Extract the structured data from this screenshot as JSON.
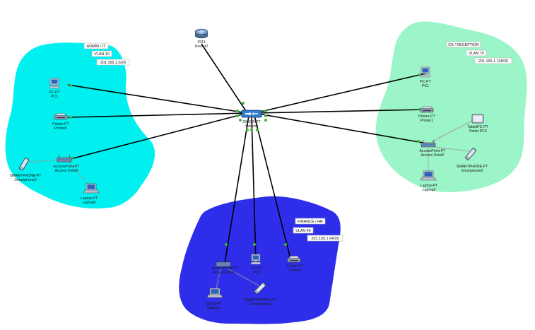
{
  "colors": {
    "admin_area": "#00f0f0",
    "cs_area": "#9cf5c8",
    "finance_area": "#2e2eea",
    "link": "#000000",
    "link_up": "#3fb53f"
  },
  "areas": {
    "admin": {
      "title": "ADMIN / IT",
      "vlan": "VLAN 10",
      "subnet": "201.165.1.0/26"
    },
    "cs": {
      "title": "CS / RECEPTION",
      "vlan": "VLAN 70",
      "subnet": "201.165.1.128/26"
    },
    "finance": {
      "title": "FINANCE / HR",
      "vlan": "VLAN 40",
      "subnet": "201.165.1.64/26"
    }
  },
  "devices": {
    "router": {
      "model": "2911",
      "name": "Router2",
      "icon": "router-icon"
    },
    "switch": {
      "model": "2960-24TT",
      "name": "Switch0",
      "icon": "switch-icon"
    },
    "admin_pc": {
      "model": "PC-PT",
      "name": "PC1",
      "icon": "pc-icon"
    },
    "admin_printer": {
      "model": "Printer-PT",
      "name": "Printer0",
      "icon": "printer-icon"
    },
    "admin_ap": {
      "model": "AccessPoint-PT",
      "name": "Access Point0",
      "icon": "access-point-icon"
    },
    "admin_phone": {
      "model": "SMARTPHONE-PT",
      "name": "Smartphone0",
      "icon": "smartphone-icon"
    },
    "admin_laptop": {
      "model": "Laptop-PT",
      "name": "Laptop0",
      "icon": "laptop-icon"
    },
    "cs_pc": {
      "model": "PC-PT",
      "name": "PC1",
      "icon": "pc-icon"
    },
    "cs_printer": {
      "model": "Printer-PT",
      "name": "Printer1",
      "icon": "printer-icon"
    },
    "cs_tablet": {
      "model": "TabletPC-PT",
      "name": "Tablet PC0",
      "icon": "tablet-icon"
    },
    "cs_ap": {
      "model": "AccessPoint-PT",
      "name": "Access Point2",
      "icon": "access-point-icon"
    },
    "cs_phone": {
      "model": "SMARTPHONE-PT",
      "name": "Smartphone2",
      "icon": "smartphone-icon"
    },
    "cs_laptop": {
      "model": "Laptop-PT",
      "name": "Laptop2",
      "icon": "laptop-icon"
    },
    "fin_ap": {
      "model": "AccessPoint-PT",
      "name": "Access Point1",
      "icon": "access-point-icon"
    },
    "fin_pc": {
      "model": "PC-PT",
      "name": "PC2",
      "icon": "pc-icon"
    },
    "fin_printer": {
      "model": "Printer-PT",
      "name": "Printer2",
      "icon": "printer-icon"
    },
    "fin_laptop": {
      "model": "Laptop-PT",
      "name": "Laptop1",
      "icon": "laptop-icon"
    },
    "fin_phone": {
      "model": "SMARTPHONE-PT",
      "name": "Smartphone1",
      "icon": "smartphone-icon"
    }
  }
}
